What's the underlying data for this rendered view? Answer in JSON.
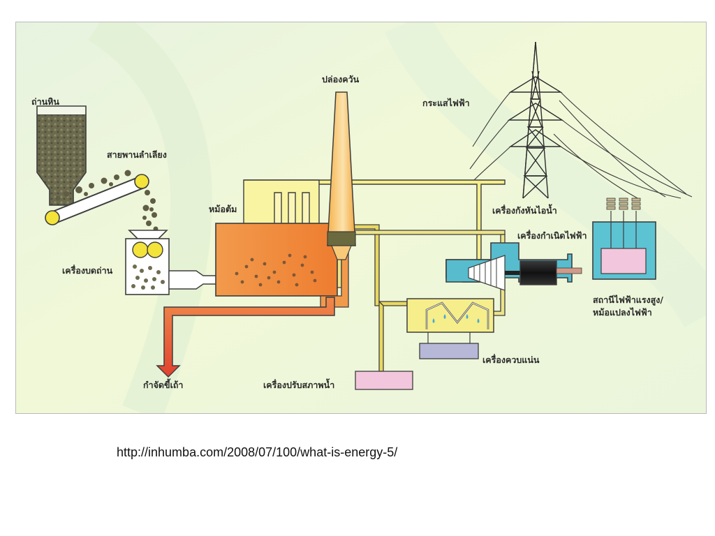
{
  "diagram": {
    "labels": {
      "coal": "ถ่านหิน",
      "conveyor": "สายพานลำเลียง",
      "chimney": "ปล่องควัน",
      "electric_current": "กระแสไฟฟ้า",
      "boiler": "หม้อต้ม",
      "pulverizer": "เครื่องบดถ่าน",
      "steam_turbine": "เครื่องกังหันไอน้ำ",
      "generator": "เครื่องกำเนิดไฟฟ้า",
      "substation_line1": "สถานีไฟฟ้าแรงสูง/",
      "substation_line2": "หม้อแปลงไฟฟ้า",
      "condenser": "เครื่องควบแน่น",
      "ash_disposal": "กำจัดขี้เถ้า",
      "water_treatment": "เครื่องปรับสภาพน้ำ"
    },
    "colors": {
      "background": "#eef6d9",
      "boiler": "#f0883a",
      "chimney": "#f5ba5c",
      "steam_pipe": "#f6ee8a",
      "water_pipe": "#e8d860",
      "turbine_body": "#57bccd",
      "substation": "#5cc3d3",
      "water_tank": "#f2c6dc",
      "ash_arrow": "#e35a3a"
    }
  },
  "footer": {
    "source_url": "http://inhumba.com/2008/07/100/what-is-energy-5/"
  }
}
